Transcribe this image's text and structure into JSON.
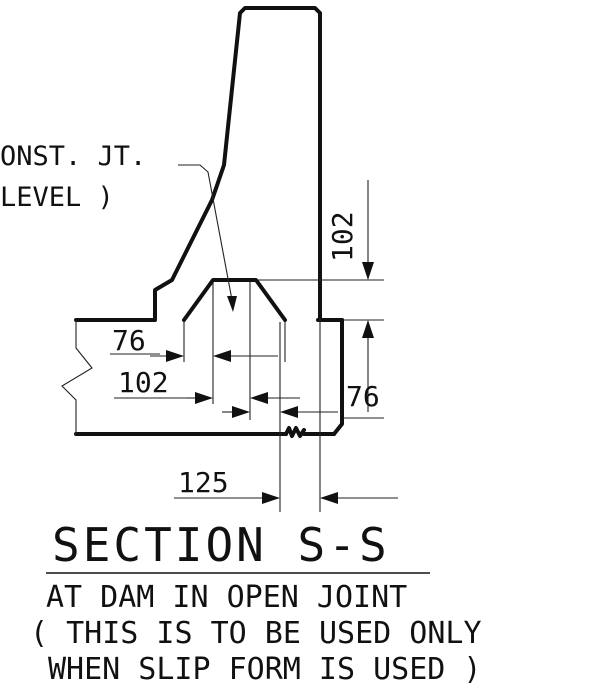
{
  "labels": {
    "joint_line1": "ONST. JT.",
    "joint_line2": "LEVEL )"
  },
  "dimensions": {
    "d_102_vertical": "102",
    "d_76_left": "76",
    "d_102_left": "102",
    "d_76_right": "76",
    "d_125": "125"
  },
  "title": {
    "main": "SECTION S-S",
    "note_line1": "AT DAM IN OPEN JOINT",
    "note_line2": "( THIS IS TO BE USED ONLY",
    "note_line3": "WHEN SLIP FORM IS USED )"
  }
}
